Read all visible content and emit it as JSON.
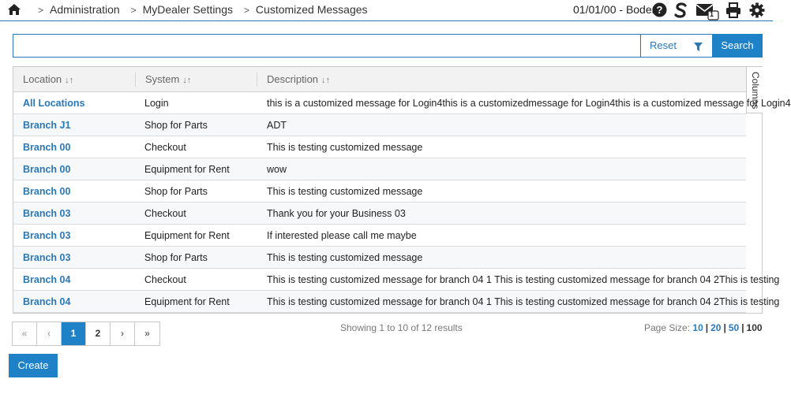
{
  "breadcrumb": {
    "items": [
      "Administration",
      "MyDealer Settings",
      "Customized Messages"
    ],
    "separator": ">"
  },
  "header": {
    "date_user": "01/01/00 - Boder",
    "mail_badge": "1",
    "icons": [
      "home-icon",
      "help-icon",
      "s-logo-icon",
      "mail-icon",
      "print-icon",
      "gear-icon"
    ]
  },
  "search": {
    "value": "",
    "placeholder": "",
    "reset_label": "Reset",
    "search_label": "Search"
  },
  "grid": {
    "columns": [
      {
        "label": "Location",
        "sort": "↓↑"
      },
      {
        "label": "System",
        "sort": "↓↑"
      },
      {
        "label": "Description",
        "sort": "↓↑"
      }
    ],
    "columns_tab_label": "Columns",
    "rows": [
      {
        "location": "All Locations",
        "system": "Login",
        "description": "this is a customized message for Login4this is a customizedmessage for Login4this is a customized message for Login4"
      },
      {
        "location": "Branch J1",
        "system": "Shop for Parts",
        "description": "ADT"
      },
      {
        "location": "Branch 00",
        "system": "Checkout",
        "description": "This is testing customized message"
      },
      {
        "location": "Branch 00",
        "system": "Equipment for Rent",
        "description": "wow"
      },
      {
        "location": "Branch 00",
        "system": "Shop for Parts",
        "description": "This is testing customized message"
      },
      {
        "location": "Branch 03",
        "system": "Checkout",
        "description": "Thank you for your Business 03"
      },
      {
        "location": "Branch 03",
        "system": "Equipment for Rent",
        "description": "If interested please call me maybe"
      },
      {
        "location": "Branch 03",
        "system": "Shop for Parts",
        "description": " This is testing customized message"
      },
      {
        "location": "Branch 04",
        "system": "Checkout",
        "description": "This is testing customized message for branch 04 1 This is testing customized message for branch 04 2This is testing"
      },
      {
        "location": "Branch 04",
        "system": "Equipment for Rent",
        "description": "This is testing customized message for branch 04 1 This is testing customized message for branch 04 2This is testing"
      }
    ]
  },
  "pagination": {
    "first": "«",
    "prev": "‹",
    "pages": [
      "1",
      "2"
    ],
    "current_page": "1",
    "next": "›",
    "last": "»",
    "showing": "Showing 1 to 10 of 12 results",
    "page_size_label": "Page Size:",
    "page_sizes": [
      "10",
      "20",
      "50",
      "100"
    ],
    "current_page_size": "10"
  },
  "actions": {
    "create_label": "Create"
  },
  "colors": {
    "accent": "#1f82c6",
    "link": "#2a78b8",
    "header_bg": "#f2f2f2"
  }
}
